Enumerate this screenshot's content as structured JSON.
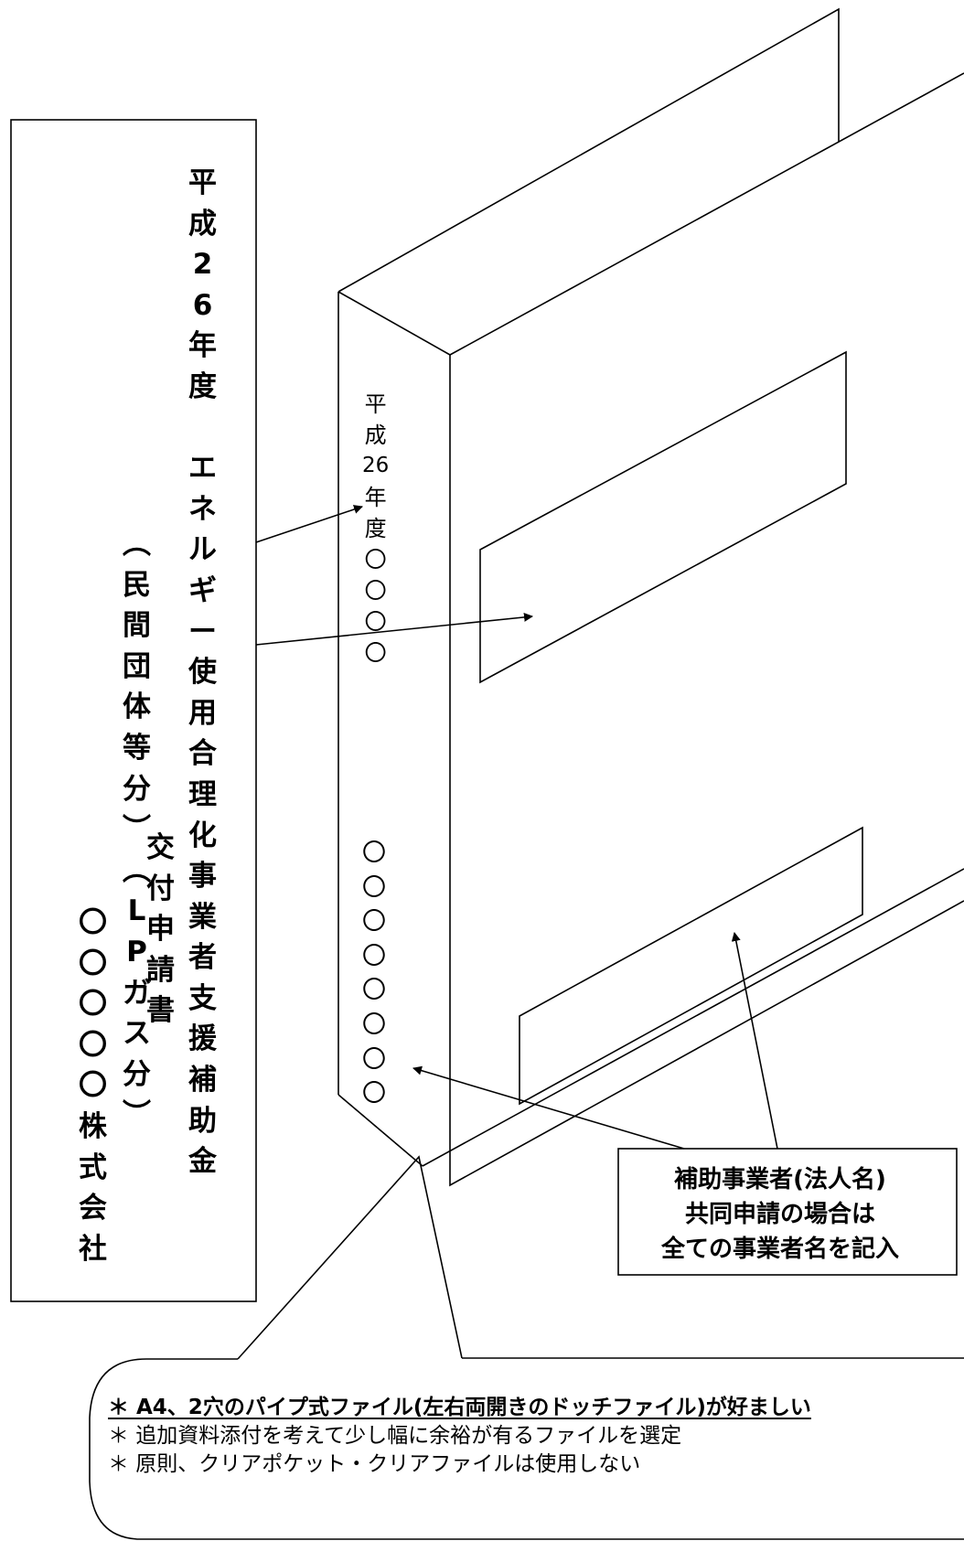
{
  "cover": {
    "title_chars": [
      "平",
      "成",
      "2",
      "6",
      "年",
      "度",
      "",
      "エ",
      "ネ",
      "ル",
      "ギ",
      "ー",
      "使",
      "用",
      "合",
      "理",
      "化",
      "事",
      "業",
      "者",
      "支",
      "援",
      "補",
      "助",
      "金"
    ],
    "subtitle_chars": [
      "︵",
      "民",
      "間",
      "団",
      "体",
      "等",
      "分",
      "︶",
      "︵",
      "L",
      "P",
      "ガ",
      "ス",
      "分",
      "︶"
    ],
    "apply_chars": [
      "交",
      "付",
      "申",
      "請",
      "書"
    ],
    "company_chars": [
      "〇",
      "〇",
      "〇",
      "〇",
      "〇",
      "株",
      "式",
      "会",
      "社"
    ]
  },
  "spine": {
    "year_chars": [
      "平",
      "成",
      "26",
      "年",
      "度",
      "〇",
      "〇",
      "〇",
      "〇"
    ],
    "name_chars": [
      "〇",
      "〇",
      "〇",
      "〇",
      "〇",
      "〇",
      "〇",
      "〇"
    ]
  },
  "callout": {
    "lines": [
      "補助事業者(法人名)",
      "共同申請の場合は",
      "全ての事業者名を記入"
    ]
  },
  "note": {
    "lines": [
      "＊ A4、2穴のパイプ式ファイル(左右両開きのドッチファイル)が好ましい",
      "＊ 追加資料添付を考えて少し幅に余裕が有るファイルを選定",
      "＊ 原則、クリアポケット・クリアファイルは使用しない"
    ]
  }
}
